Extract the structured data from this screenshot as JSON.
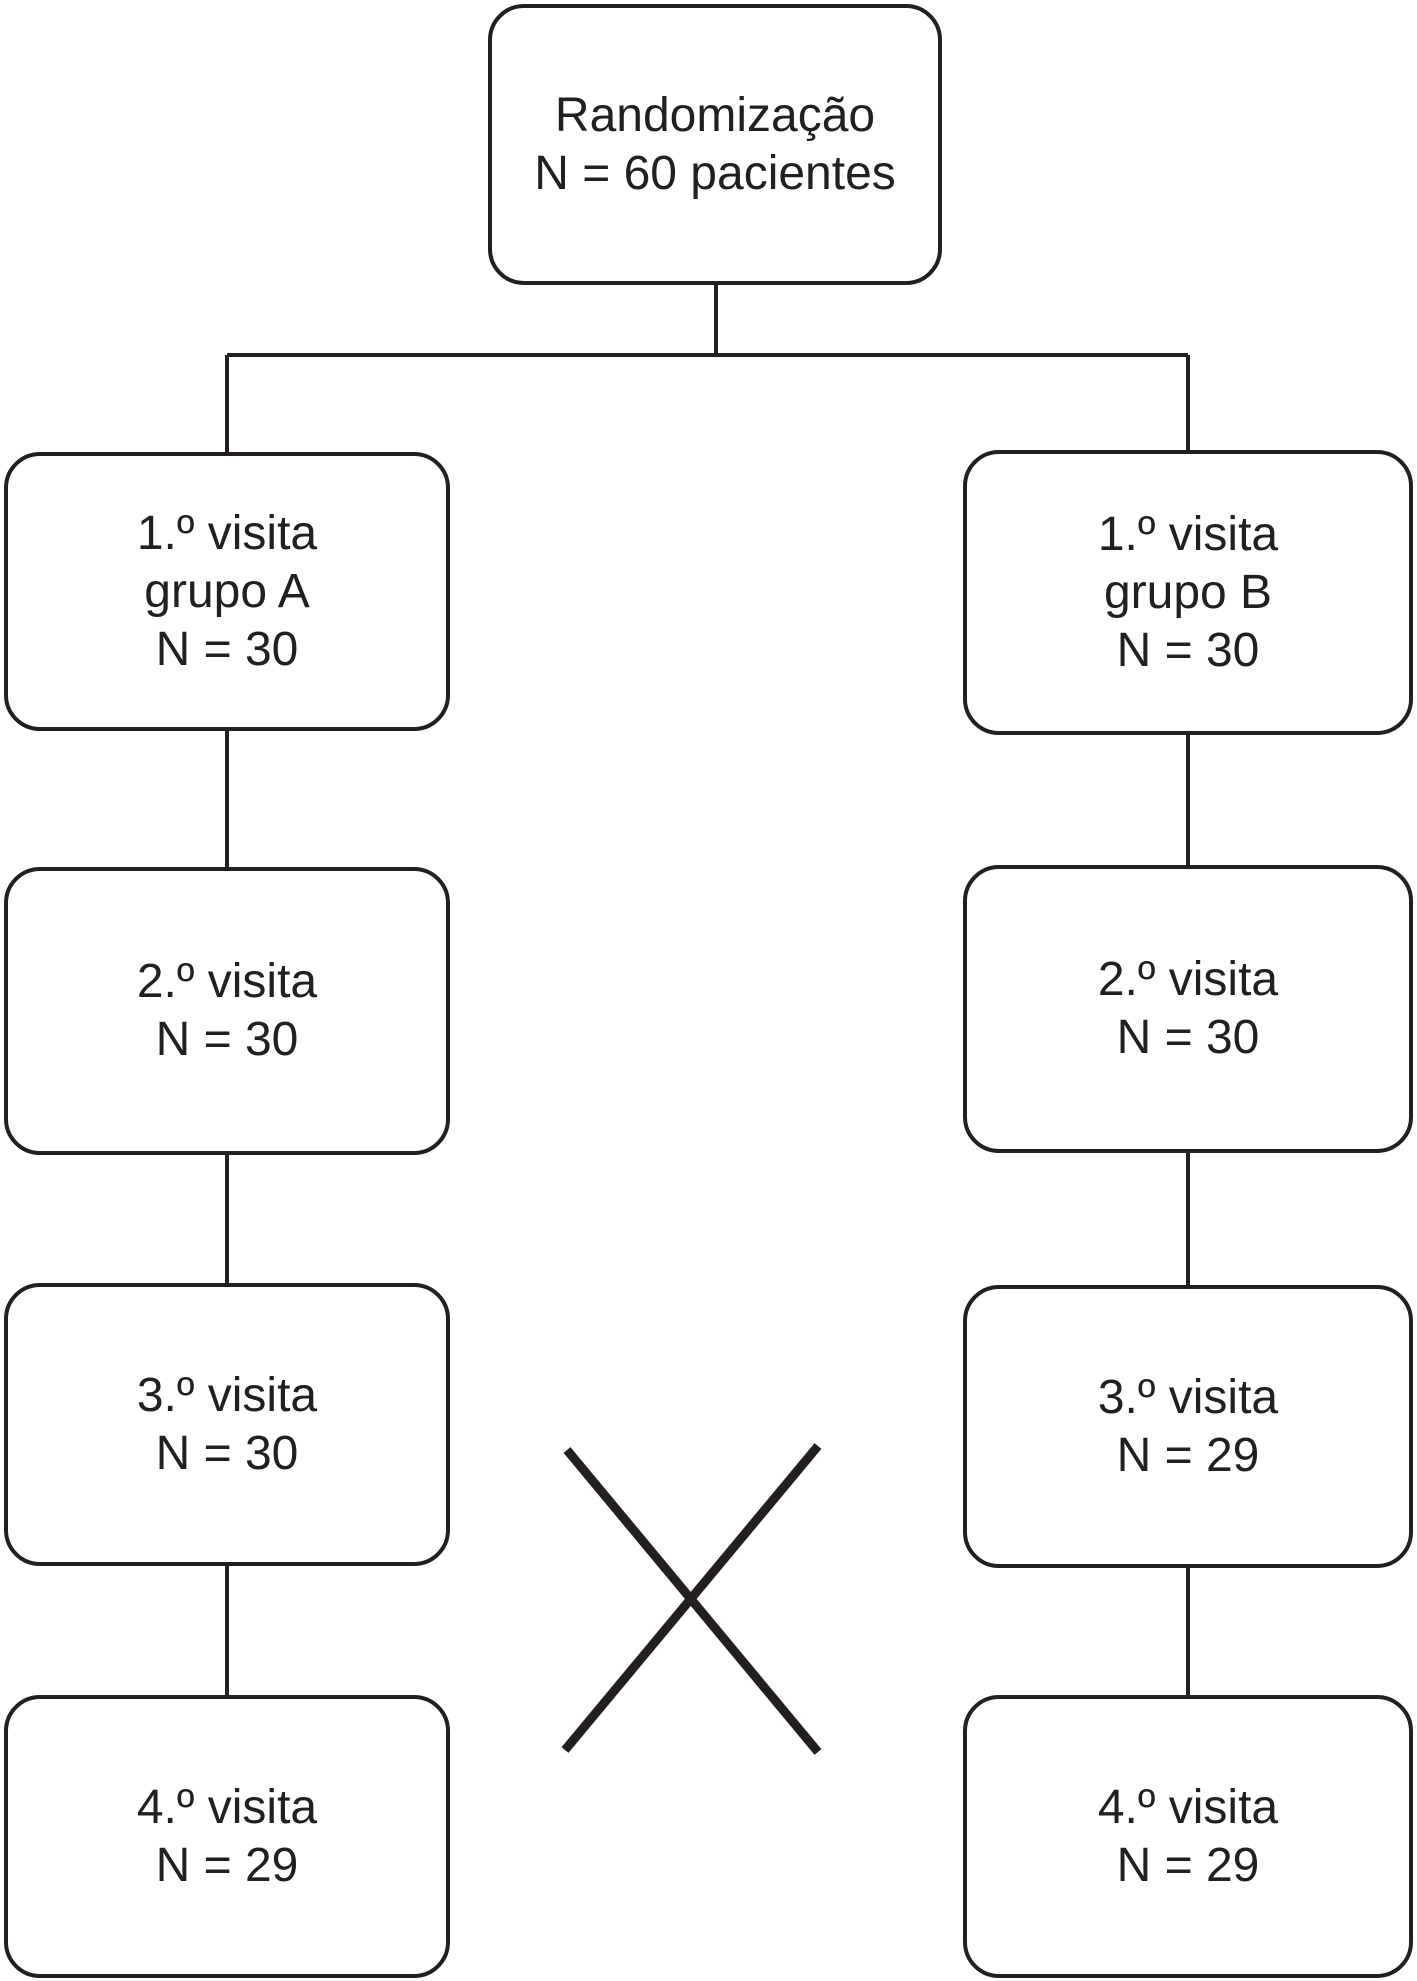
{
  "diagram": {
    "root": {
      "lines": [
        "Randomização",
        "N = 60 pacientes"
      ]
    },
    "left_column": [
      {
        "lines": [
          "1.º visita",
          "grupo A",
          "N = 30"
        ]
      },
      {
        "lines": [
          "2.º visita",
          "N = 30"
        ]
      },
      {
        "lines": [
          "3.º visita",
          "N = 30"
        ]
      },
      {
        "lines": [
          "4.º visita",
          "N = 29"
        ]
      }
    ],
    "right_column": [
      {
        "lines": [
          "1.º visita",
          "grupo B",
          "N = 30"
        ]
      },
      {
        "lines": [
          "2.º visita",
          "N = 30"
        ]
      },
      {
        "lines": [
          "3.º visita",
          "N = 29"
        ]
      },
      {
        "lines": [
          "4.º visita",
          "N = 29"
        ]
      }
    ],
    "icons": {
      "crossover": "x-cross-mark"
    },
    "colors": {
      "line": "#231f20",
      "text": "#231f20",
      "background": "#ffffff"
    }
  }
}
